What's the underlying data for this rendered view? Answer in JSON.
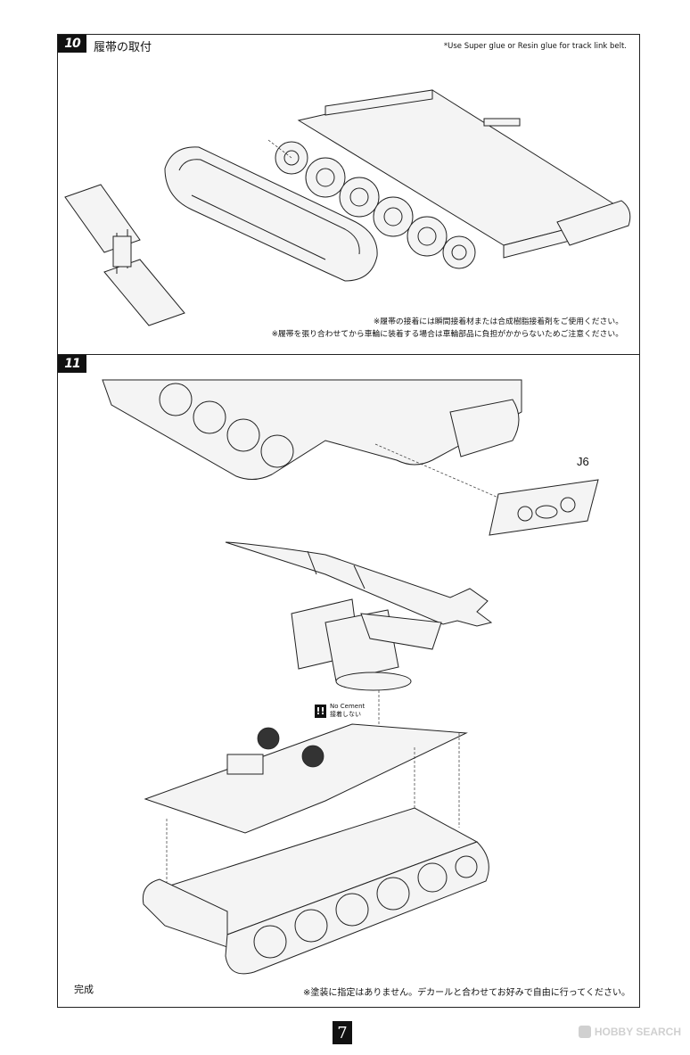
{
  "steps": [
    {
      "number": "10",
      "title": "履帯の取付",
      "note_en": "*Use Super glue or Resin glue for track link belt.",
      "notes_jp": [
        "※履帯の接着には瞬間接着材または合成樹脂接着剤をご使用ください。",
        "※履帯を張り合わせてから車輪に装着する場合は車輪部品に負担がかからないためご注意ください。"
      ]
    },
    {
      "number": "11",
      "part_label": "J6",
      "no_cement": {
        "symbol": "!!",
        "en": "No Cement",
        "jp": "接着しない"
      },
      "done_label": "完成",
      "paint_note": "※塗装に指定はありません。デカールと合わせてお好みで自由に行ってください。"
    }
  ],
  "page_number": "7",
  "watermark": "HOBBY SEARCH"
}
